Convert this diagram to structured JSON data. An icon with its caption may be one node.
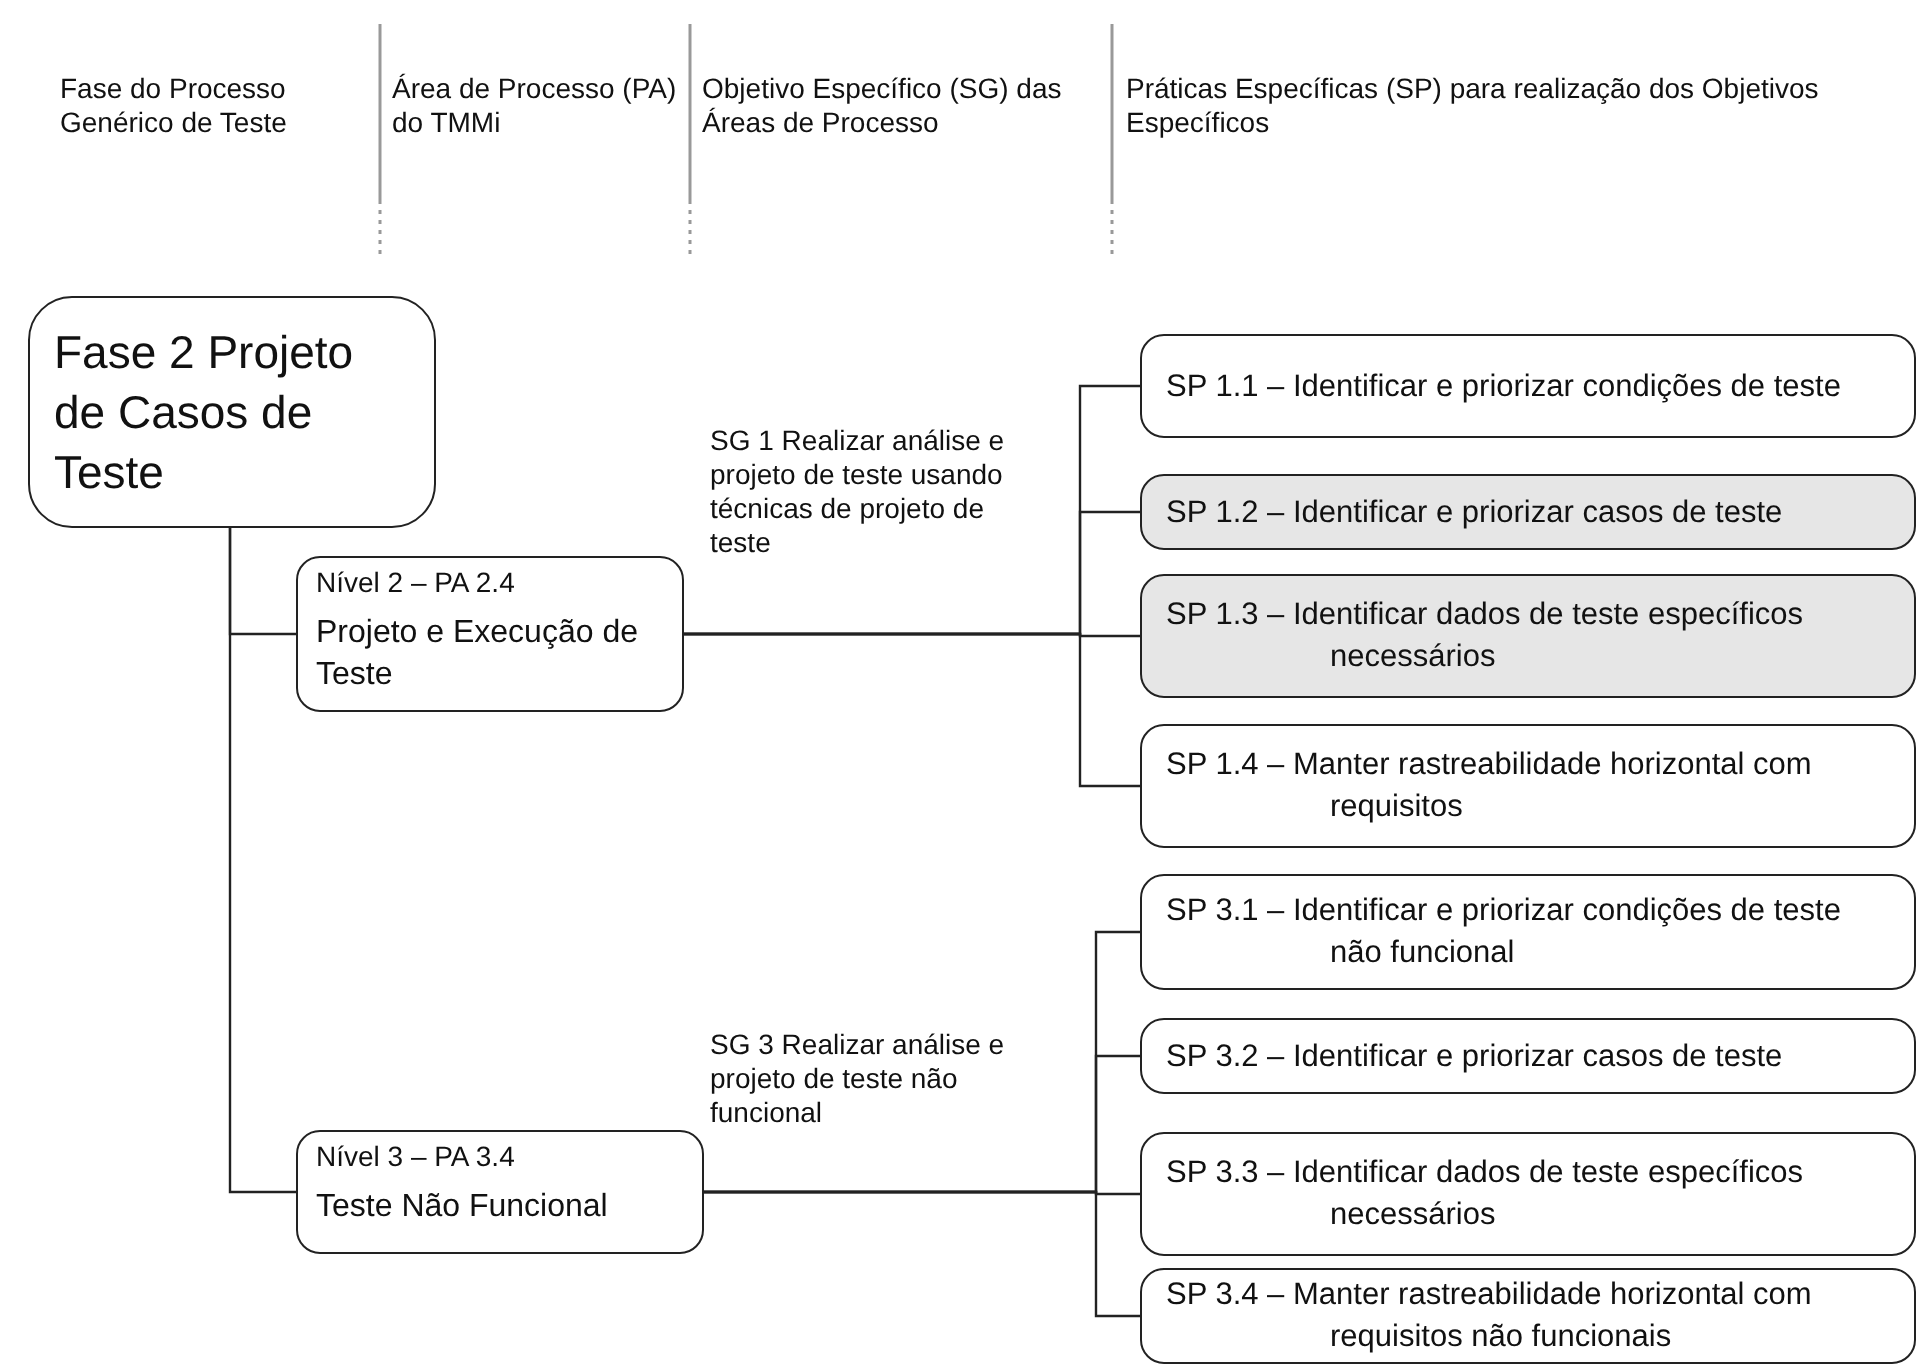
{
  "diagram": {
    "nodes": [
      {
        "text": [
          "Fase 2 Projeto de Casos de Teste"
        ]
      },
      {
        "text": [
          "Nível 2 – PA 2.4",
          "Projeto e Execução de Teste"
        ]
      },
      {
        "text": [
          "Nível 3 – PA 3.4",
          "Teste Não Funcional"
        ]
      },
      {
        "text": [
          "SP 1.1 – Identificar e priorizar condições de teste"
        ]
      },
      {
        "text": [
          "SP 1.2 – Identificar e priorizar casos de teste"
        ]
      },
      {
        "text": [
          "SP 1.3 – Identificar dados de teste específicos necessários"
        ]
      },
      {
        "text": [
          "SP 1.4 – Manter rastreabilidade horizontal com requisitos"
        ]
      },
      {
        "text": [
          "SP 3.1 – Identificar e priorizar condições de teste não funcional"
        ]
      },
      {
        "text": [
          "SP 3.2 – Identificar e priorizar casos de teste"
        ]
      },
      {
        "text": [
          "SP 3.3 – Identificar dados de teste específicos necessários"
        ]
      },
      {
        "text": [
          "SP 3.4 – Manter rastreabilidade horizontal com requisitos não funcionais"
        ]
      }
    ],
    "edges": [
      {
        "from": 0,
        "to": 1,
        "arrow": "none"
      },
      {
        "from": 0,
        "to": 2,
        "arrow": "none"
      },
      {
        "from": 1,
        "to": 3,
        "arrow": "none"
      },
      {
        "from": 1,
        "to": 4,
        "arrow": "none"
      },
      {
        "from": 1,
        "to": 5,
        "arrow": "none",
        "label": "SG 1 Realizar análise e projeto de teste usando técnicas de projeto de teste"
      },
      {
        "from": 1,
        "to": 6,
        "arrow": "none"
      },
      {
        "from": 2,
        "to": 7,
        "arrow": "none"
      },
      {
        "from": 2,
        "to": 8,
        "arrow": "none"
      },
      {
        "from": 2,
        "to": 9,
        "arrow": "none",
        "label": "SG 3 Realizar análise e projeto de teste não funcional"
      },
      {
        "from": 2,
        "to": 10,
        "arrow": "none"
      }
    ],
    "labels": [
      "Fase do Processo Genérico de Teste",
      "Área de Processo (PA) do TMMi",
      "Objetivo Específico (SG) das Áreas de Processo",
      "Práticas Específicas (SP) para realização dos Objetivos Específicos"
    ]
  }
}
